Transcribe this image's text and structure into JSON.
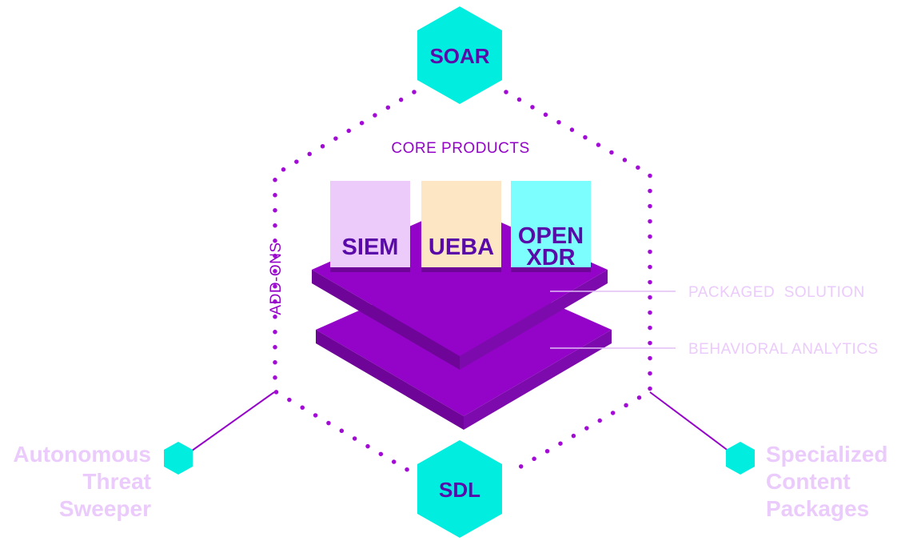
{
  "diagram": {
    "top_node": "SOAR",
    "bottom_node": "SDL",
    "core_label": "CORE PRODUCTS",
    "addons_label": "ADD-ONS",
    "products": [
      {
        "line1": "SIEM",
        "line2": ""
      },
      {
        "line1": "UEBA",
        "line2": ""
      },
      {
        "line1": "OPEN",
        "line2": "XDR"
      }
    ],
    "layers": [
      {
        "label": "PACKAGED  SOLUTION"
      },
      {
        "label": "BEHAVIORAL ANALYTICS"
      }
    ],
    "left_addon": [
      "Autonomous",
      "Threat",
      "Sweeper"
    ],
    "right_addon": [
      "Specialized",
      "Content",
      "Packages"
    ]
  },
  "colors": {
    "purple": "#9404c8",
    "purple_dark": "#6e0598",
    "purple_side": "#7d0aac",
    "teal": "#00eddf",
    "label_purple": "#5a0aa8",
    "light_lavender": "#ebcbfb",
    "siem_tile": "#eccbfa",
    "ueba_tile": "#fde6c4",
    "xdr_tile": "#7cfefe",
    "guide_line": "#e2bff5",
    "dot": "#a20ad6"
  }
}
